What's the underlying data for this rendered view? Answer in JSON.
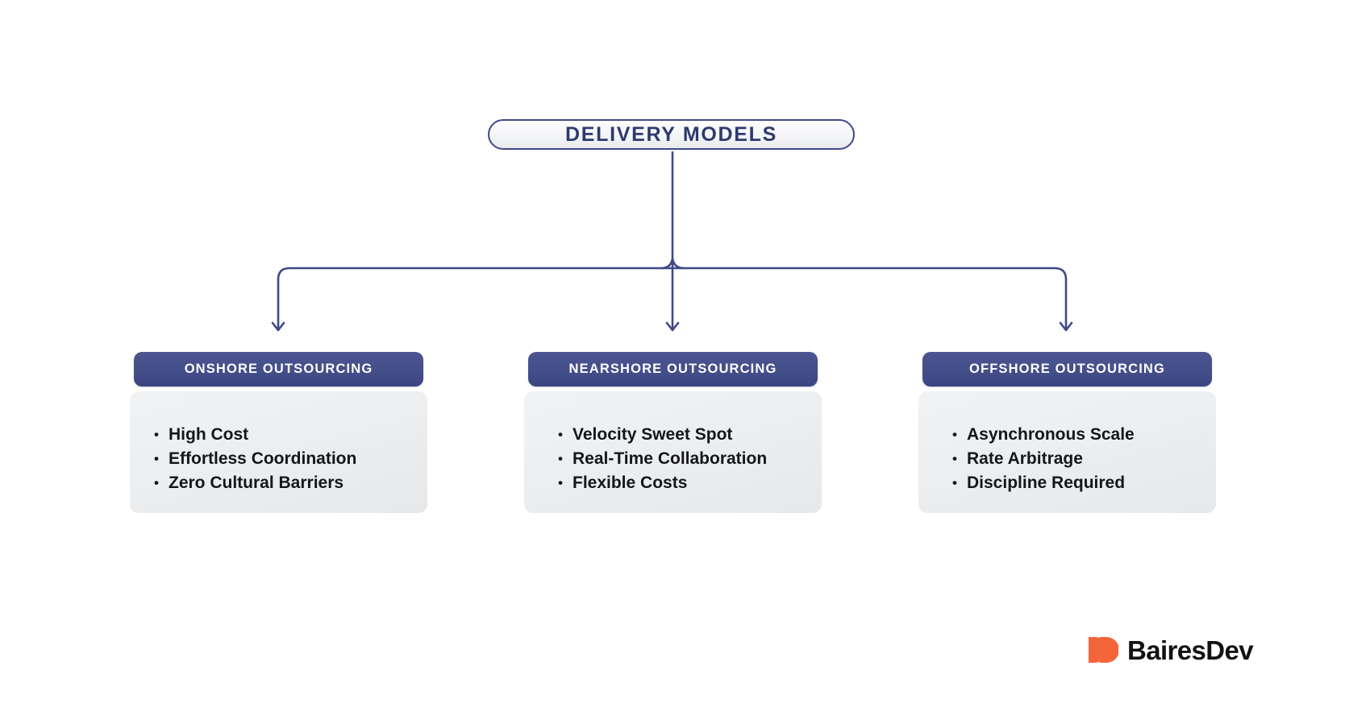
{
  "card": {
    "background_color": "#ffffff"
  },
  "diagram": {
    "type": "hierarchy-tree",
    "title": "DELIVERY MODELS",
    "accent_navy": "#2e3a6e",
    "connector_color": "#3f4a86",
    "header_color": "#444e89",
    "body_color": "#eceef0",
    "branches": [
      {
        "header": "ONSHORE OUTSOURCING",
        "items": [
          "High Cost",
          "Effortless Coordination",
          "Zero Cultural Barriers"
        ]
      },
      {
        "header": "NEARSHORE OUTSOURCING",
        "items": [
          "Velocity Sweet Spot",
          "Real-Time Collaboration",
          "Flexible Costs"
        ]
      },
      {
        "header": "OFFSHORE OUTSOURCING",
        "items": [
          "Asynchronous Scale",
          "Rate Arbitrage",
          "Discipline Required"
        ]
      }
    ]
  },
  "logo": {
    "wordmark": "BairesDev",
    "mark_color": "#f4663a",
    "wordmark_color": "#111214"
  }
}
